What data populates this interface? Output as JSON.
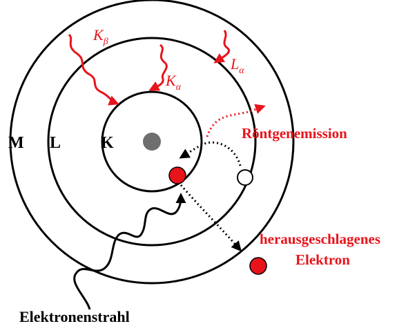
{
  "colors": {
    "red": "#e8141b",
    "black": "#000000",
    "nucleus": "#6e6e6e",
    "vacancy": "#ffffff",
    "background": "#ffffff"
  },
  "shells": {
    "k": "K",
    "l": "L",
    "m": "M"
  },
  "transitions": {
    "k_beta": {
      "main": "K",
      "sub": "β"
    },
    "k_alpha": {
      "main": "K",
      "sub": "α"
    },
    "l_alpha": {
      "main": "L",
      "sub": "α"
    }
  },
  "labels": {
    "xray_emission": "Röntgenemission",
    "ejected_electron_line1": "herausgeschlagenes",
    "ejected_electron_line2": "Elektron",
    "electron_beam": "Elektronenstrahl"
  }
}
